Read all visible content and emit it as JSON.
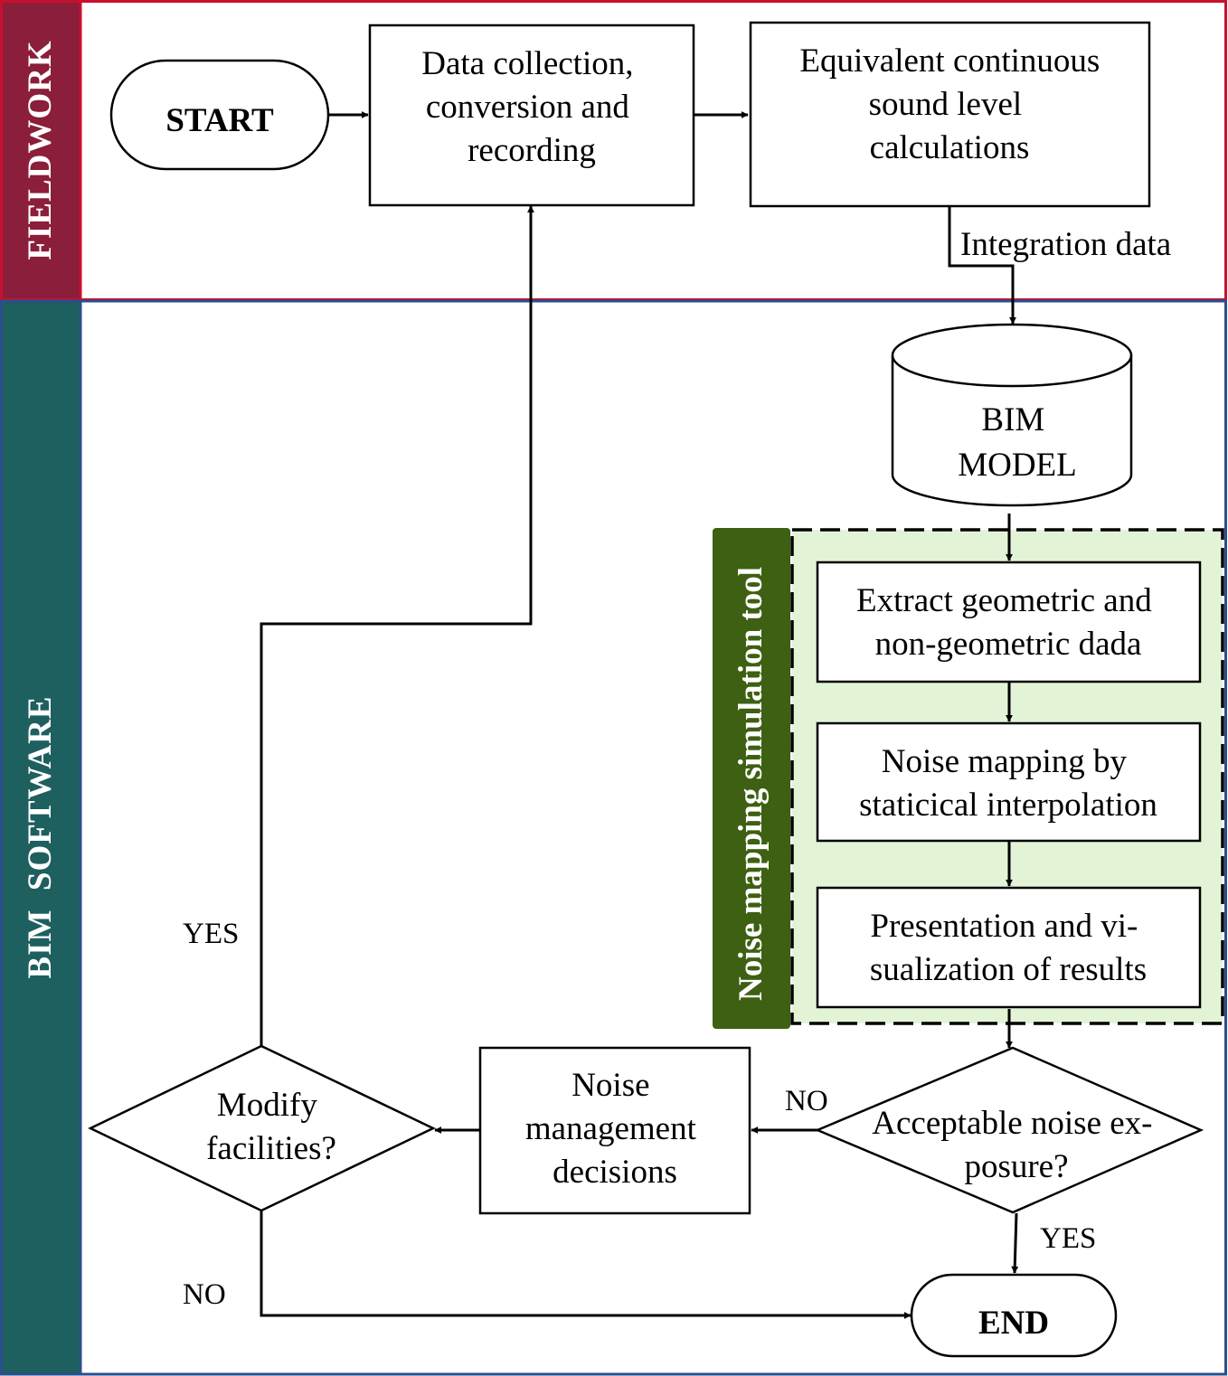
{
  "colors": {
    "fieldwork_band": "#8b1e3a",
    "fieldwork_border": "#c8102e",
    "bim_band": "#1e5f5f",
    "bim_border": "#2a4d8f",
    "tool_fill": "#e3f4d6",
    "tool_band": "#3d6012"
  },
  "lanes": {
    "fieldwork": "FIELDWORK",
    "bim_software": "BIM  SOFTWARE"
  },
  "group": {
    "label": "Noise mapping simulation tool"
  },
  "nodes": {
    "start": "START",
    "data_collection": [
      "Data collection,",
      "conversion and",
      "recording"
    ],
    "equivalent": [
      "Equivalent continuous",
      "sound level",
      "calculations"
    ],
    "bim_model": [
      "BIM",
      "MODEL"
    ],
    "extract": [
      "Extract geometric and",
      "non-geometric dada"
    ],
    "noise_mapping": [
      "Noise mapping by",
      "staticical interpolation"
    ],
    "presentation": [
      "Presentation and vi-",
      "sualization of results"
    ],
    "acceptable": [
      "Acceptable noise ex-",
      "posure?"
    ],
    "noise_management": [
      "Noise",
      "management",
      "decisions"
    ],
    "modify": [
      "Modify",
      "facilities?"
    ],
    "end": "END"
  },
  "edges": {
    "integration_data": "Integration data",
    "acceptable_no": "NO",
    "acceptable_yes": "YES",
    "modify_yes": "YES",
    "modify_no": "NO"
  }
}
